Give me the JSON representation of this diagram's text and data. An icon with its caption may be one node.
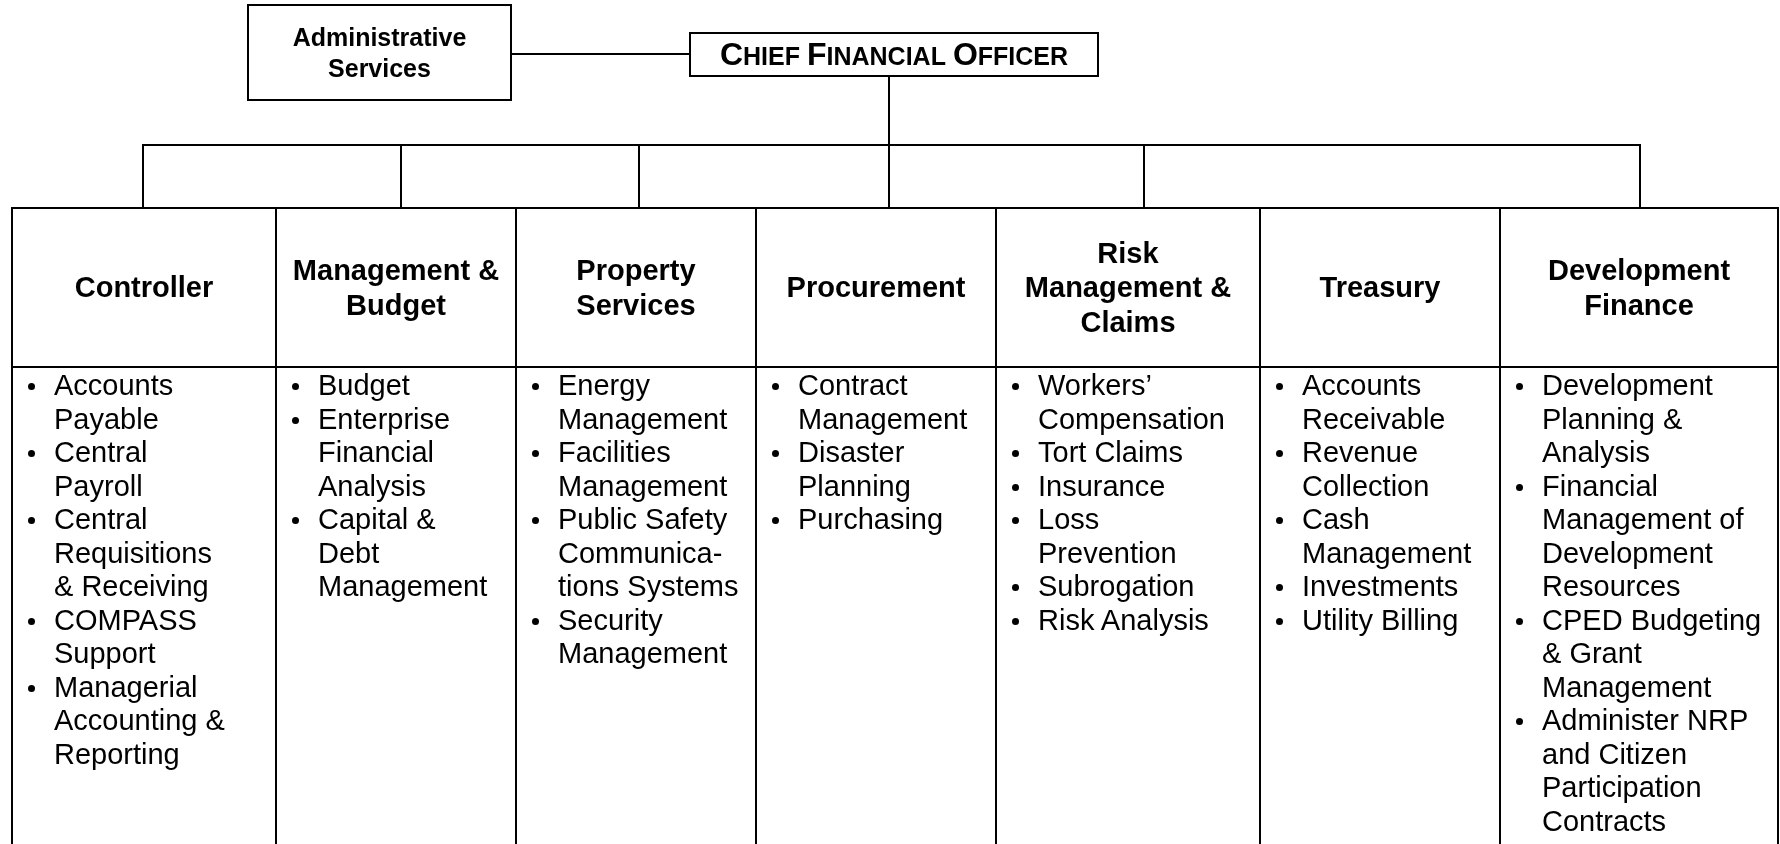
{
  "diagram": {
    "nodes": [
      {
        "text": [
          "Administrative Services"
        ]
      },
      {
        "text": [
          "CHIEF FINANCIAL OFFICER"
        ]
      },
      {
        "text": [
          "Controller",
          "Accounts Payable",
          "Central Payroll",
          "Central Requisitions & Receiving",
          "COMPASS Support",
          "Managerial Accounting & Reporting"
        ]
      },
      {
        "text": [
          "Management & Budget",
          "Budget",
          "Enterprise Financial Analysis",
          "Capital & Debt Management"
        ]
      },
      {
        "text": [
          "Property Services",
          "Energy Management",
          "Facilities Management",
          "Public Safety Communica-tions Systems",
          "Security Management"
        ]
      },
      {
        "text": [
          "Procurement",
          "Contract Management",
          "Disaster Planning",
          "Purchasing"
        ]
      },
      {
        "text": [
          "Risk Management & Claims",
          "Workers’ Compensation",
          "Tort Claims",
          "Insurance",
          "Loss Prevention",
          "Subrogation",
          "Risk Analysis"
        ]
      },
      {
        "text": [
          "Treasury",
          "Accounts Receivable",
          "Revenue Collection",
          "Cash Management",
          "Investments",
          "Utility Billing"
        ]
      },
      {
        "text": [
          "Development Finance",
          "Development Planning & Analysis",
          "Financial Management of Development Resources",
          "CPED Budgeting & Grant Management",
          "Administer NRP and Citizen Participation Contracts"
        ]
      }
    ],
    "edges": [
      {
        "from": 0,
        "to": 1,
        "arrow": "none"
      },
      {
        "from": 1,
        "to": 2,
        "arrow": "none"
      },
      {
        "from": 1,
        "to": 3,
        "arrow": "none"
      },
      {
        "from": 1,
        "to": 4,
        "arrow": "none"
      },
      {
        "from": 1,
        "to": 5,
        "arrow": "none"
      },
      {
        "from": 1,
        "to": 6,
        "arrow": "none"
      },
      {
        "from": 1,
        "to": 8,
        "arrow": "none"
      }
    ]
  }
}
